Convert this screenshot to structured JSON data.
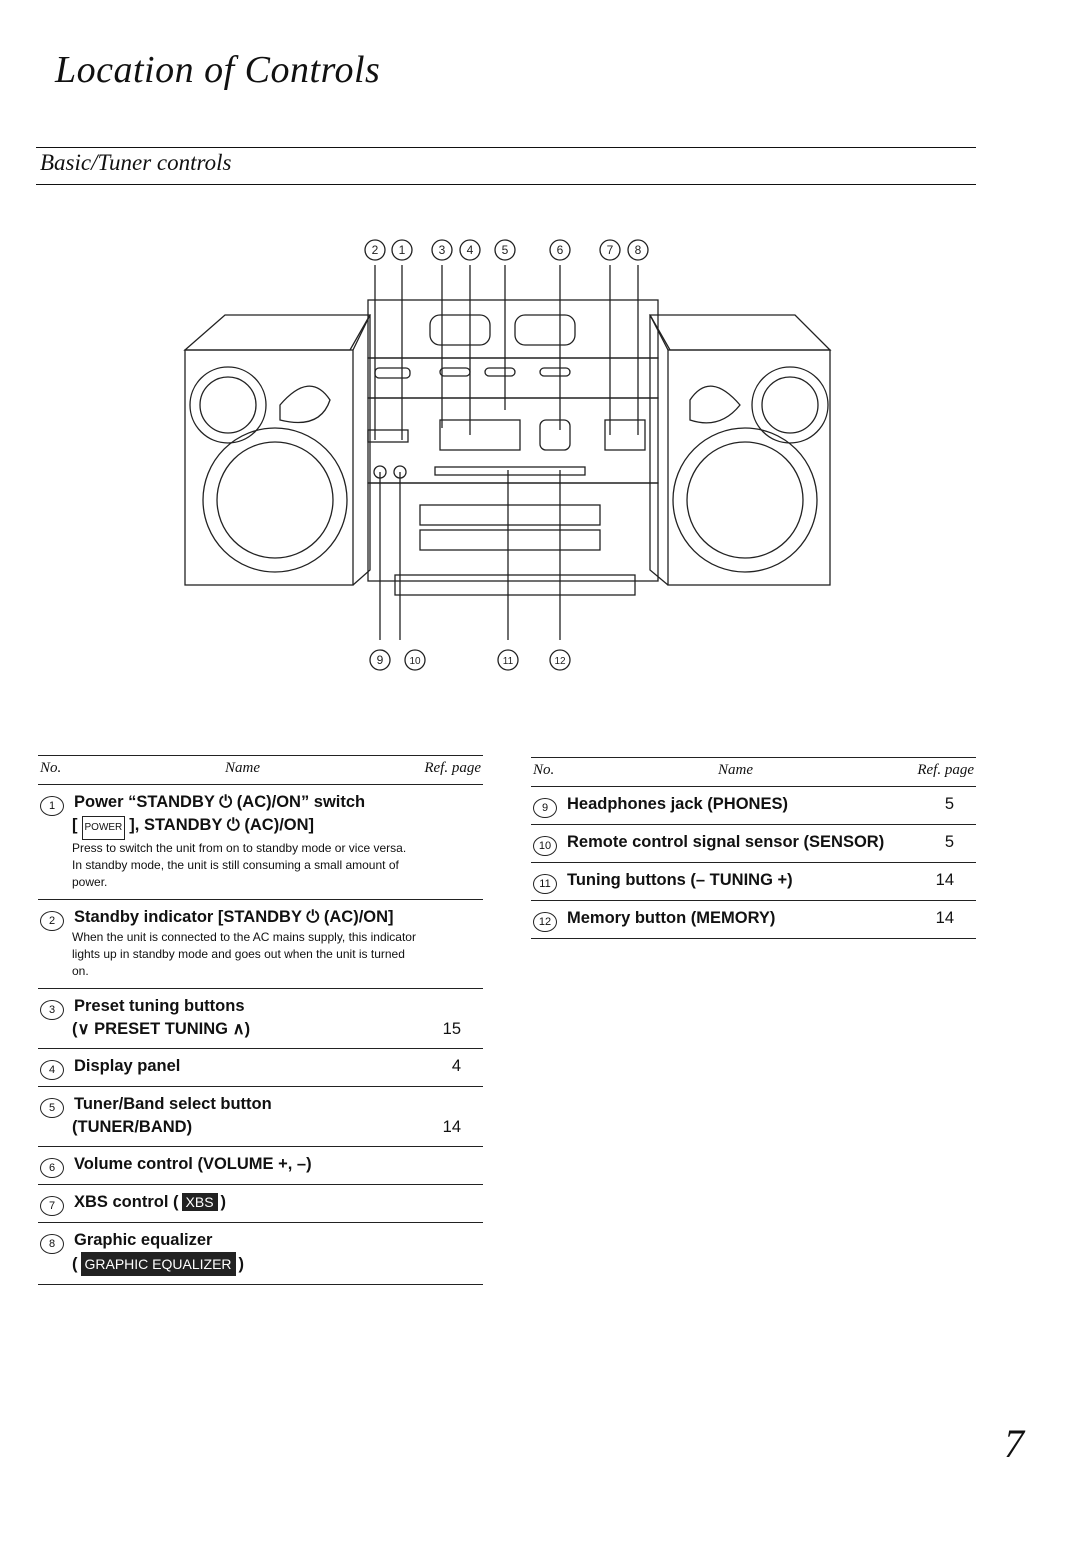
{
  "page": {
    "title": "Location of Controls",
    "subtitle": "Basic/Tuner controls",
    "page_number": "7"
  },
  "diagram": {
    "top_callouts": [
      "2",
      "1",
      "3",
      "4",
      "5",
      "6",
      "7",
      "8"
    ],
    "bottom_callouts": [
      "9",
      "10",
      "11",
      "12"
    ]
  },
  "table_headers": {
    "no": "No.",
    "name": "Name",
    "ref": "Ref. page"
  },
  "left_table": {
    "r1": {
      "num": "1",
      "name": "Power “STANDBY ⏻ (AC)/ON” switch",
      "cont_open": "[",
      "cont_box": "POWER",
      "cont_rest": "], STANDBY ⏻ (AC)/ON]",
      "desc": "Press to switch the unit from on to standby mode or vice versa. In standby mode, the unit is still consuming a small amount of power."
    },
    "r2": {
      "num": "2",
      "name": "Standby indicator [STANDBY ⏻ (AC)/ON]",
      "desc": "When the unit is connected to the AC mains supply, this indicator lights up in standby mode and goes out when the unit is turned on."
    },
    "r3": {
      "num": "3",
      "name": "Preset tuning buttons",
      "cont": "(∨ PRESET TUNING ∧)",
      "ref": "15"
    },
    "r4": {
      "num": "4",
      "name": "Display panel",
      "ref": "4"
    },
    "r5": {
      "num": "5",
      "name": "Tuner/Band select button",
      "cont": "(TUNER/BAND)",
      "ref": "14"
    },
    "r6": {
      "num": "6",
      "name": "Volume control (VOLUME +, –)"
    },
    "r7": {
      "num": "7",
      "name_pre": "XBS control (",
      "inv": "XBS",
      "name_post": ")"
    },
    "r8": {
      "num": "8",
      "name": "Graphic equalizer",
      "cont_pre": "(",
      "inv": "GRAPHIC EQUALIZER",
      "cont_post": ")"
    }
  },
  "right_table": {
    "r9": {
      "num": "9",
      "name": "Headphones jack (PHONES)",
      "ref": "5"
    },
    "r10": {
      "num": "10",
      "name": "Remote control signal sensor (SENSOR)",
      "ref": "5"
    },
    "r11": {
      "num": "11",
      "name": "Tuning buttons (– TUNING +)",
      "ref": "14"
    },
    "r12": {
      "num": "12",
      "name": "Memory button (MEMORY)",
      "ref": "14"
    }
  }
}
